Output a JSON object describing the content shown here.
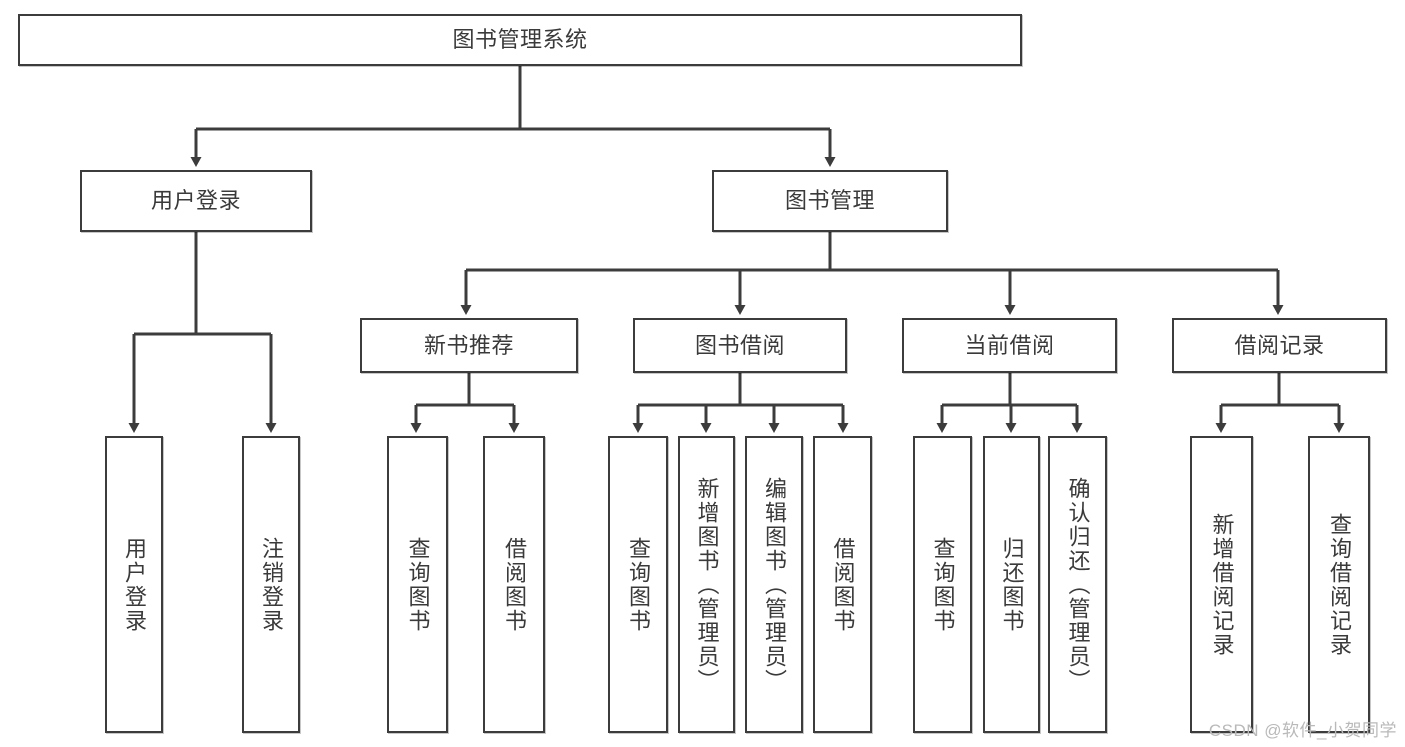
{
  "diagram": {
    "title": "图书管理系统",
    "type": "hierarchy-tree",
    "levels": 4,
    "background_color": "#ffffff",
    "node_border_color": "#3c3c3c",
    "text_color": "#3a3a3a"
  },
  "nodes": {
    "root": {
      "label": "图书管理系统"
    },
    "level2": [
      {
        "label": "用户登录"
      },
      {
        "label": "图书管理"
      }
    ],
    "level3": [
      {
        "label": "新书推荐"
      },
      {
        "label": "图书借阅"
      },
      {
        "label": "当前借阅"
      },
      {
        "label": "借阅记录"
      }
    ],
    "leaves": {
      "user_login": [
        {
          "label": "用户登录"
        },
        {
          "label": "注销登录"
        }
      ],
      "new_book_recommend": [
        {
          "label": "查询图书"
        },
        {
          "label": "借阅图书"
        }
      ],
      "book_borrow": [
        {
          "label": "查询图书"
        },
        {
          "label": "新增图书（管理员）"
        },
        {
          "label": "编辑图书（管理员）"
        },
        {
          "label": "借阅图书"
        }
      ],
      "current_borrow": [
        {
          "label": "查询图书"
        },
        {
          "label": "归还图书"
        },
        {
          "label": "确认归还（管理员）"
        }
      ],
      "borrow_records": [
        {
          "label": "新增借阅记录"
        },
        {
          "label": "查询借阅记录"
        }
      ]
    }
  },
  "watermark": {
    "text": "CSDN @软件_小贺同学"
  }
}
